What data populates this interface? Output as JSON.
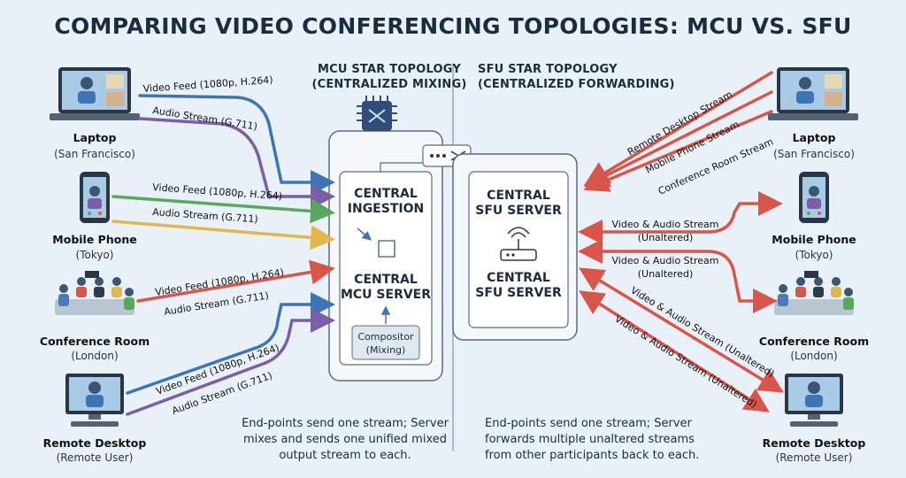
{
  "title": "COMPARING VIDEO CONFERENCING TOPOLOGIES: MCU VS. SFU",
  "mcu": {
    "heading": [
      "MCU STAR TOPOLOGY",
      "(CENTRALIZED MIXING)"
    ],
    "server_top": [
      "CENTRAL",
      "INGESTION"
    ],
    "server_mid": [
      "CENTRAL",
      "MCU SERVER"
    ],
    "compositor": [
      "Compositor",
      "(Mixing)"
    ],
    "caption": [
      "End-points send one stream; Server",
      "mixes and sends one unified mixed",
      "output stream to each."
    ],
    "video_label": "Video Feed (1080p, H.264)",
    "audio_label": "Audio Stream (G.711)"
  },
  "sfu": {
    "heading": [
      "SFU STAR TOPOLOGY",
      "(CENTRALIZED FORWARDING)"
    ],
    "server_top": [
      "CENTRAL",
      "SFU SERVER"
    ],
    "server_mid": [
      "CENTRAL",
      "SFU SERVER"
    ],
    "caption": [
      "End-points send one stream; Server",
      "forwards multiple unaltered streams",
      "from other participants back to each."
    ],
    "laptop_labels": [
      "Remote Desktop Stream",
      "Mobile Phone Stream",
      "Conference Room Stream"
    ],
    "va_label": [
      "Video & Audio Stream",
      "(Unaltered)"
    ],
    "diag_label": "Video & Audio Stream (Unaltered)"
  },
  "devices": [
    {
      "name": "Laptop",
      "loc": "(San Francisco)"
    },
    {
      "name": "Mobile Phone",
      "loc": "(Tokyo)"
    },
    {
      "name": "Conference Room",
      "loc": "(London)"
    },
    {
      "name": "Remote Desktop",
      "loc": "(Remote User)"
    }
  ],
  "colors": {
    "blue": "#3d74b6",
    "purple": "#7a5ea8",
    "green": "#58a85c",
    "yellow": "#e2b64a",
    "red": "#d9554a"
  },
  "icons": [
    "laptop-icon",
    "mobile-phone-icon",
    "conference-room-icon",
    "desktop-icon",
    "chip-icon",
    "switch-icon",
    "router-icon"
  ]
}
